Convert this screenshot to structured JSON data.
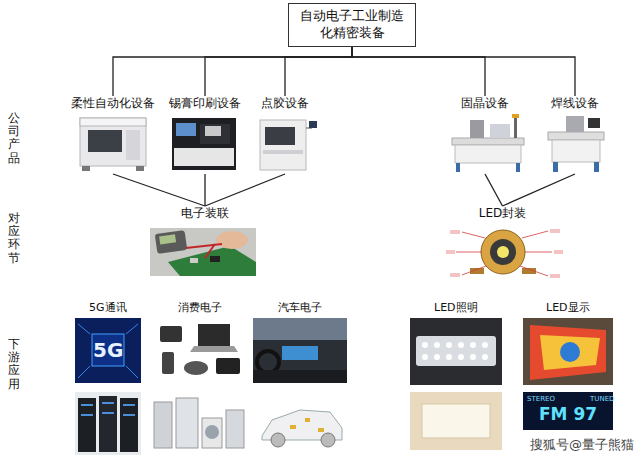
{
  "diagram": {
    "nodes": [
      {
        "text": [
          "自动电子工业制造化精密装备"
        ]
      },
      {
        "text": [
          "柔性自动化设备"
        ]
      },
      {
        "text": [
          "锡膏印刷设备"
        ]
      },
      {
        "text": [
          "点胶设备"
        ]
      },
      {
        "text": [
          "固晶设备"
        ]
      },
      {
        "text": [
          "焊线设备"
        ]
      },
      {
        "text": [
          "电子装联"
        ]
      },
      {
        "text": [
          "LED封装"
        ]
      }
    ],
    "edges": [
      {
        "from": 0,
        "to": 1,
        "arrow": "none"
      },
      {
        "from": 0,
        "to": 2,
        "arrow": "none"
      },
      {
        "from": 0,
        "to": 3,
        "arrow": "none"
      },
      {
        "from": 0,
        "to": 4,
        "arrow": "none"
      },
      {
        "from": 0,
        "to": 5,
        "arrow": "none"
      },
      {
        "from": 1,
        "to": 6,
        "arrow": "none"
      },
      {
        "from": 2,
        "to": 6,
        "arrow": "none"
      },
      {
        "from": 3,
        "to": 6,
        "arrow": "none"
      },
      {
        "from": 4,
        "to": 7,
        "arrow": "none"
      },
      {
        "from": 5,
        "to": 7,
        "arrow": "none"
      }
    ],
    "labels": [
      "公司产品",
      "对应环节",
      "下游应用",
      "5G通讯",
      "消费电子",
      "汽车电子",
      "LED照明",
      "LED显示",
      "5G",
      "STEREO",
      "TUNED",
      "FM 97",
      "搜狐号@量子熊猫"
    ]
  }
}
